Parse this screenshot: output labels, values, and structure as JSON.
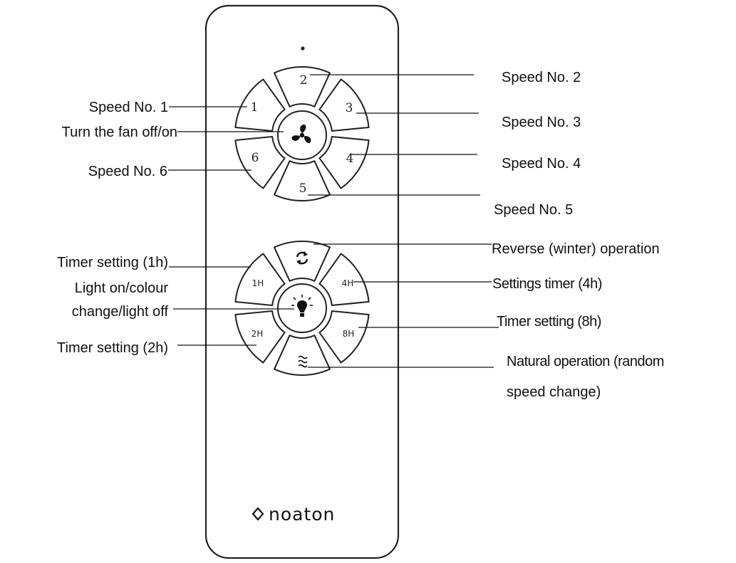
{
  "remote": {
    "brand": "noaton",
    "brand_icon": "diamond-outline-icon",
    "top_buttons": {
      "b1": "1",
      "b2": "2",
      "b3": "3",
      "b4": "4",
      "b5": "5",
      "b6": "6",
      "center_icon": "fan-icon"
    },
    "bottom_buttons": {
      "top_icon": "reverse-icon",
      "left_top": "1H",
      "right_top": "4H",
      "left_bottom": "2H",
      "right_bottom": "8H",
      "bottom_icon": "wave-icon",
      "center_icon": "light-bulb-icon"
    }
  },
  "labels": {
    "speed1": "Speed No. 1",
    "fan_toggle": "Turn the fan off/on",
    "speed6": "Speed No. 6",
    "speed2": "Speed No. 2",
    "speed3": "Speed No. 3",
    "speed4": "Speed No. 4",
    "speed5": "Speed No. 5",
    "timer1h": "Timer setting (1h)",
    "light_line1": "Light  on/colour",
    "light_line2": "change/light off",
    "timer2h": "Timer setting (2h)",
    "reverse": "Reverse (winter) operation",
    "timer4h": "Settings timer (4h)",
    "timer8h": "Timer setting (8h)",
    "natural_line1": "Natural operation (random",
    "natural_line2": "speed change)"
  }
}
